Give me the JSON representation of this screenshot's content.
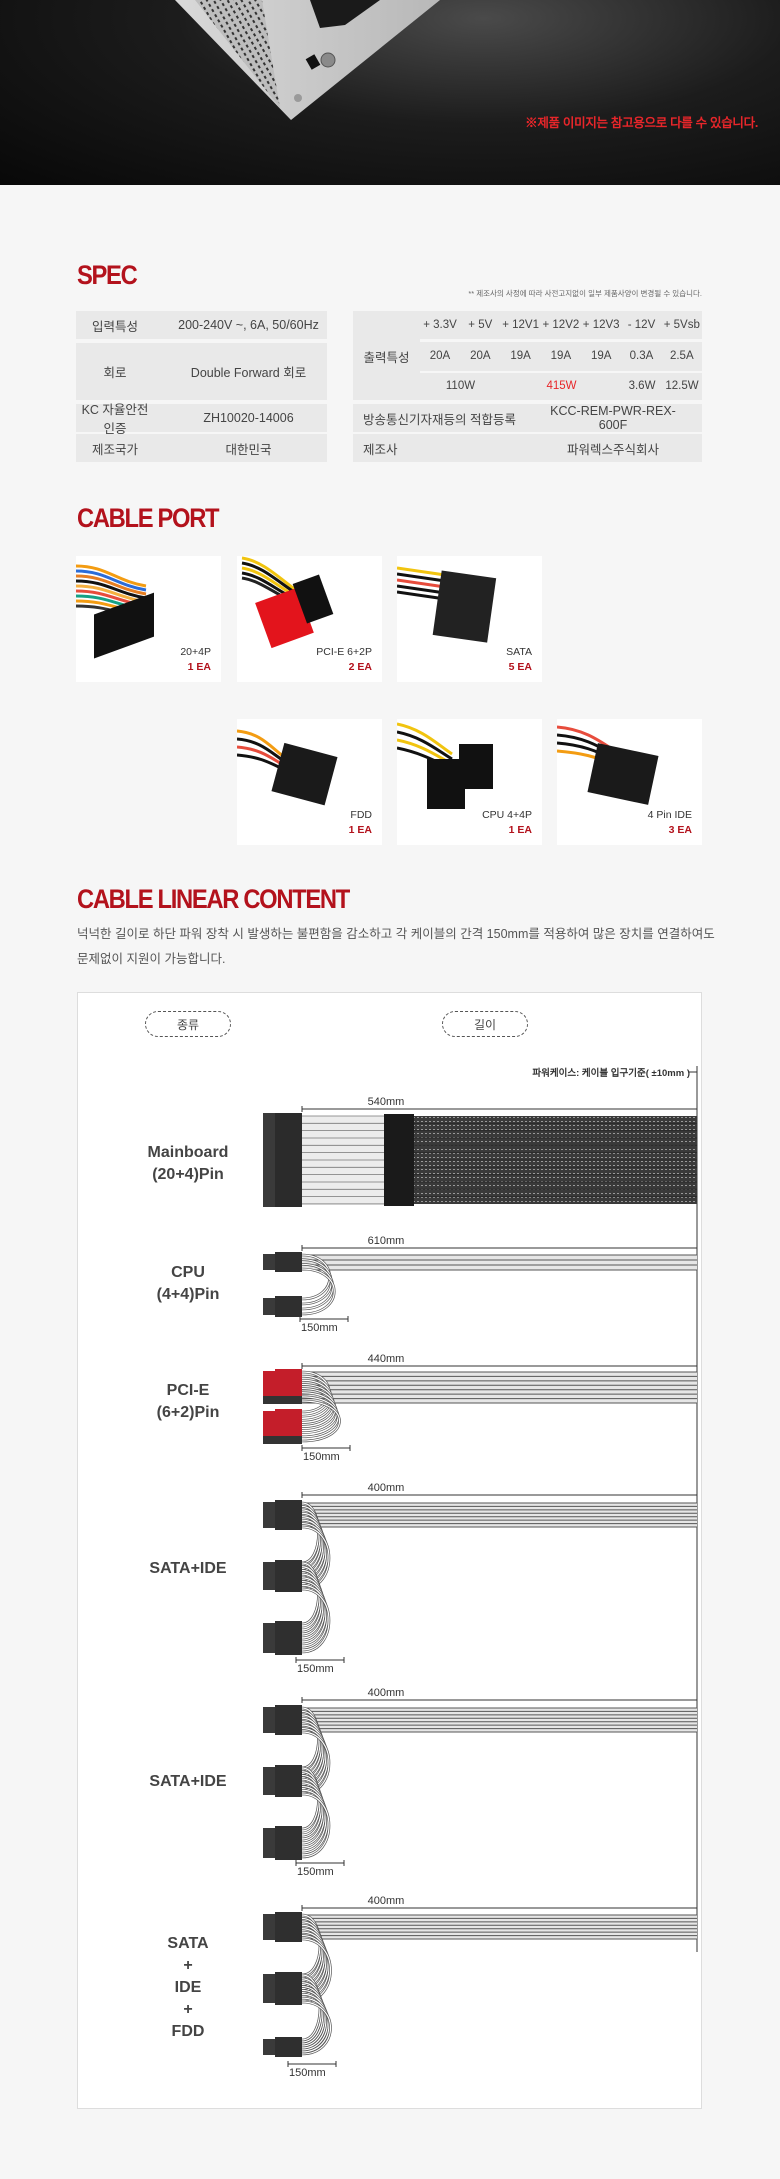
{
  "header": {
    "notice": "※제품 이미지는 참고용으로 다를 수 있습니다."
  },
  "spec": {
    "title": "SPEC",
    "note": "** 제조사의 사정에 따라 사전고지없이 일부 제품사양이 변경될 수 있습니다.",
    "left": [
      {
        "label": "입력특성",
        "value": "200-240V ~,  6A,  50/60Hz"
      },
      {
        "label": "회로",
        "value": "Double Forward 회로"
      },
      {
        "label": "KC 자율안전인증",
        "value": "ZH10020-14006"
      },
      {
        "label": "제조국가",
        "value": "대한민국"
      }
    ],
    "output": {
      "label": "출력특성",
      "rails": [
        "+ 3.3V",
        "+ 5V",
        "+ 12V1",
        "+ 12V2",
        "+ 12V3",
        "- 12V",
        "+ 5Vsb"
      ],
      "amps": [
        "20A",
        "20A",
        "19A",
        "19A",
        "19A",
        "0.3A",
        "2.5A"
      ],
      "watts": [
        "110W",
        "415W",
        "3.6W",
        "12.5W"
      ],
      "highlight_color": "#e8262a"
    },
    "kcc": {
      "label": "방송통신기자재등의 적합등록",
      "value": "KCC-REM-PWR-REX-600F"
    },
    "maker": {
      "label": "제조사",
      "value": "파워렉스주식회사"
    }
  },
  "cable_port": {
    "title": "CABLE PORT",
    "items": [
      {
        "name": "20+4P",
        "count": "1 EA"
      },
      {
        "name": "PCI-E 6+2P",
        "count": "2 EA"
      },
      {
        "name": "SATA",
        "count": "5 EA"
      },
      {
        "name": "FDD",
        "count": "1 EA"
      },
      {
        "name": "CPU 4+4P",
        "count": "1 EA"
      },
      {
        "name": "4 Pin IDE",
        "count": "3 EA"
      }
    ]
  },
  "linear": {
    "title": "CABLE LINEAR CONTENT",
    "description_1": "넉넉한 길이로 하단 파워 장착 시 발생하는 불편함을 감소하고 각 케이블의 간격 150mm를 적용하여 많은 장치를 연결하여도",
    "description_2": "문제없이 지원이 가능합니다.",
    "col_type": "종류",
    "col_length": "길이",
    "case_note": "파워케이스: 케이블 입구기준( ±10mm )",
    "cables": [
      {
        "label": [
          "Mainboard",
          "(20+4)Pin"
        ],
        "length": "540mm"
      },
      {
        "label": [
          "CPU",
          "(4+4)Pin"
        ],
        "length": "610mm",
        "split": "150mm"
      },
      {
        "label": [
          "PCI-E",
          "(6+2)Pin"
        ],
        "length": "440mm",
        "split": "150mm"
      },
      {
        "label": [
          "SATA+IDE"
        ],
        "length": "400mm",
        "split": "150mm"
      },
      {
        "label": [
          "SATA+IDE"
        ],
        "length": "400mm",
        "split": "150mm"
      },
      {
        "label": [
          "SATA",
          "+",
          "IDE",
          "+",
          "FDD"
        ],
        "length": "400mm",
        "split": "150mm"
      }
    ]
  },
  "colors": {
    "brand_red": "#b3121c",
    "connector_red": "#c41e2a"
  }
}
